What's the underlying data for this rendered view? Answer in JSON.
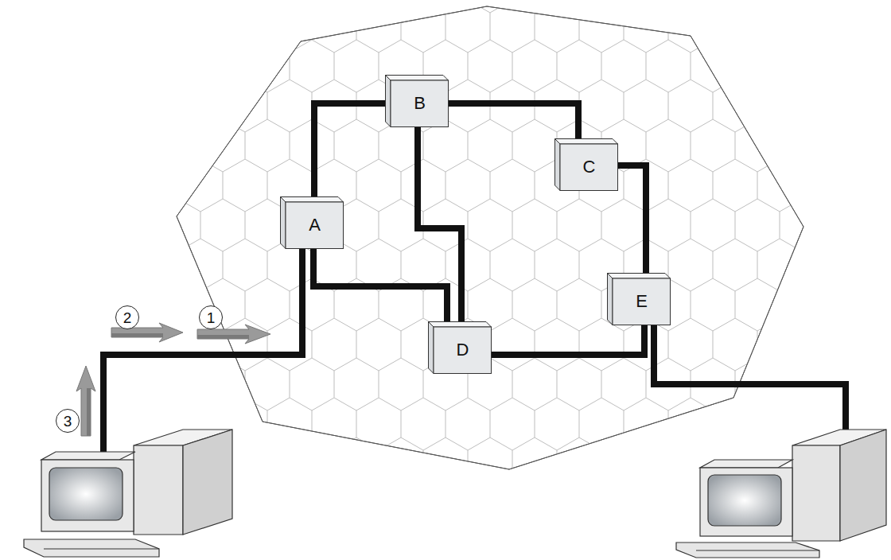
{
  "diagram": {
    "nodes": [
      {
        "text": [
          "B"
        ]
      },
      {
        "text": [
          "C"
        ]
      },
      {
        "text": [
          "A"
        ]
      },
      {
        "text": [
          "E"
        ]
      },
      {
        "text": [
          "D"
        ]
      }
    ],
    "edges": [
      {
        "from": 2,
        "to": 0,
        "arrow": "none"
      },
      {
        "from": 0,
        "to": 1,
        "arrow": "none"
      },
      {
        "from": 0,
        "to": 4,
        "arrow": "none"
      },
      {
        "from": 2,
        "to": 4,
        "arrow": "none"
      },
      {
        "from": 1,
        "to": 3,
        "arrow": "none"
      },
      {
        "from": 4,
        "to": 3,
        "arrow": "none"
      }
    ],
    "labels": [
      "2",
      "1",
      "3"
    ]
  }
}
